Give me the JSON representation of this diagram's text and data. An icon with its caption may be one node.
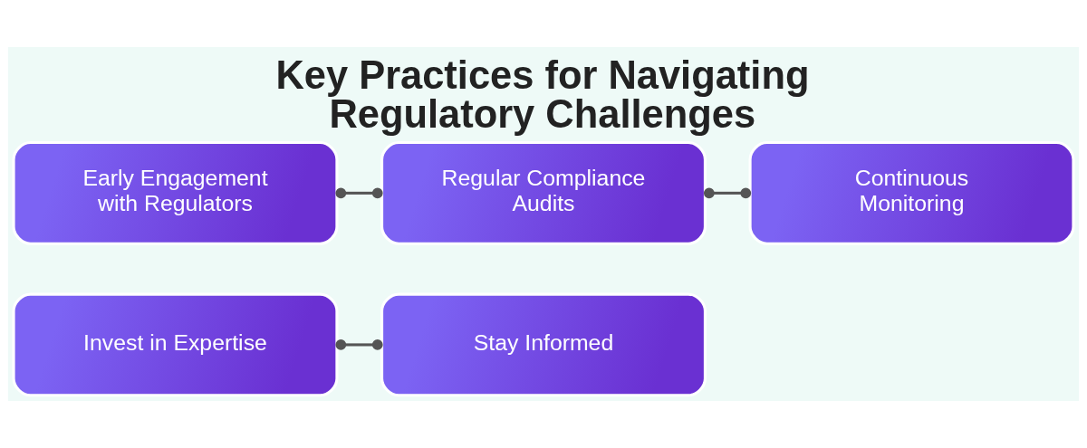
{
  "diagram": {
    "title": "Key Practices for Navigating Regulatory Challenges",
    "nodes": [
      {
        "text": [
          "Early Engagement with Regulators"
        ]
      },
      {
        "text": [
          "Regular Compliance Audits"
        ]
      },
      {
        "text": [
          "Continuous Monitoring"
        ]
      },
      {
        "text": [
          "Invest in Expertise"
        ]
      },
      {
        "text": [
          "Stay Informed"
        ]
      }
    ],
    "edges": [
      {
        "from": 0,
        "to": 1,
        "arrow": "other"
      },
      {
        "from": 1,
        "to": 2,
        "arrow": "other"
      },
      {
        "from": 3,
        "to": 4,
        "arrow": "other"
      }
    ]
  }
}
